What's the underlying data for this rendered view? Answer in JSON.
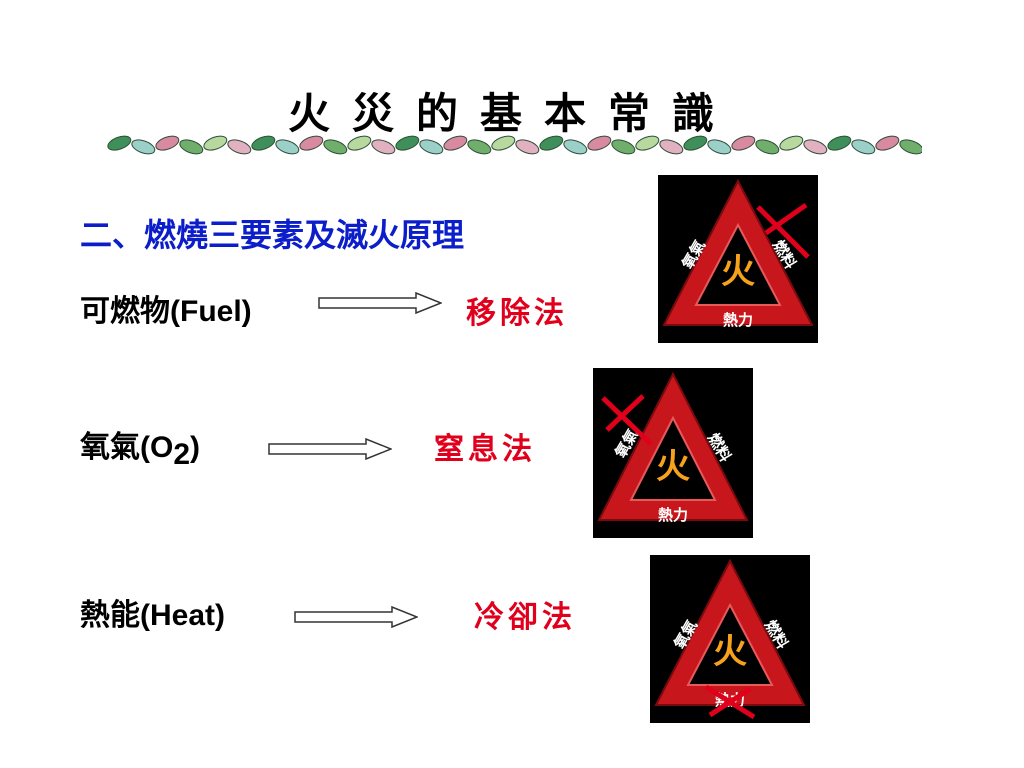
{
  "slide": {
    "title": "火災的基本常識",
    "subtitle": "二、燃燒三要素及滅火原理"
  },
  "rows": [
    {
      "label_zh": "可燃物",
      "label_latin": "(Fuel)",
      "method": "移除法"
    },
    {
      "label_zh": "氧氣",
      "label_latin_pre": "(O",
      "label_sub": "2",
      "label_latin_post": ")",
      "method": "窒息法"
    },
    {
      "label_zh": "熱能",
      "label_latin": "(Heat)",
      "method": "冷卻法"
    }
  ],
  "triangle": {
    "center": "火",
    "left": "氧氣",
    "right": "燃料",
    "bottom": "熱力"
  },
  "colors": {
    "subtitle": "#0b1ec9",
    "method": "#e0001c",
    "triangle_red": "#c8161d",
    "cross": "#e0001c"
  }
}
